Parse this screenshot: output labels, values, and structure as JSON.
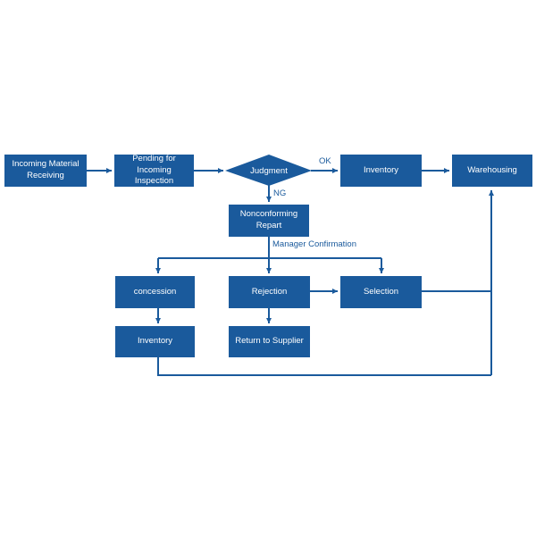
{
  "nodes": {
    "incoming_material_receiving": [
      "Incoming Material",
      "Receiving"
    ],
    "pending_inspection": [
      "Pending for",
      "Incoming Inspection"
    ],
    "judgment": "Judgment",
    "inventory_top": "Inventory",
    "warehousing": "Warehousing",
    "nonconforming_report": [
      "Nonconforming",
      "Repart"
    ],
    "concession": "concession",
    "rejection": "Rejection",
    "selection": "Selection",
    "inventory_bottom": "Inventory",
    "return_to_supplier": "Return to Supplier"
  },
  "edge_labels": {
    "ok": "OK",
    "ng": "NG",
    "manager_confirmation": "Manager Confirmation"
  },
  "colors": {
    "node_fill": "#1a5a9c",
    "node_text": "#ffffff",
    "line": "#1a5a9c"
  }
}
